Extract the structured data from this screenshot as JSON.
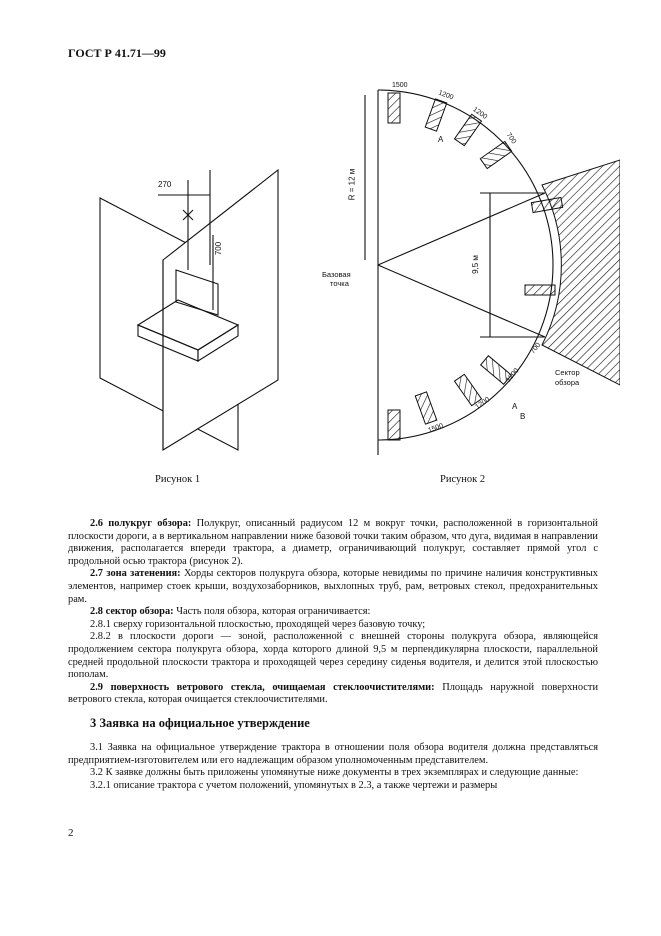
{
  "header": "ГОСТ Р 41.71—99",
  "figure1": {
    "caption": "Рисунок 1",
    "dims": [
      "270",
      "700"
    ]
  },
  "figure2": {
    "caption": "Рисунок 2",
    "radius_label": "R = 12 м",
    "width_label": "9,5 м",
    "base_point_label": [
      "Базовая",
      "точка"
    ],
    "sector_label": [
      "Сектор",
      "обзора"
    ],
    "obstacle_labels": [
      "1500",
      "1200",
      "1200",
      "700",
      "700",
      "1200",
      "1200",
      "1500"
    ],
    "arrow_letters": [
      "А",
      "А",
      "В"
    ]
  },
  "paragraphs": [
    {
      "term": "2.6 полукруг обзора:",
      "text": " Полукруг, описанный радиусом 12 м вокруг точки, расположенной в горизонтальной плоскости дороги, а в вертикальном направлении ниже базовой точки таким образом, что дуга, видимая в направлении движения, располагается впереди трактора, а диаметр, ограничивающий полукруг, составляет прямой угол с продольной осью трактора (рисунок 2)."
    },
    {
      "term": "2.7 зона затенения:",
      "text": " Хорды секторов полукруга обзора, которые невидимы по причине наличия конструктивных элементов, например стоек крыши, воздухозаборников, выхлопных труб, рам, ветровых стекол, предохранительных рам."
    },
    {
      "term": "2.8 сектор обзора:",
      "text": " Часть поля обзора, которая ограничивается:"
    },
    {
      "term": "",
      "text": "2.8.1 сверху горизонтальной плоскостью, проходящей через базовую точку;"
    },
    {
      "term": "",
      "text": "2.8.2 в плоскости дороги — зоной, расположенной с внешней стороны полукруга обзора, являющейся продолжением сектора полукруга обзора, хорда которого длиной 9,5 м перпендикулярна плоскости, параллельной средней продольной плоскости трактора и проходящей через середину сиденья водителя, и делится этой плоскостью пополам."
    },
    {
      "term": "2.9 поверхность ветрового стекла, очищаемая стеклоочистителями:",
      "text": " Площадь наружной поверхности ветрового стекла, которая очищается стеклоочистителями."
    }
  ],
  "section_title": "3 Заявка на официальное утверждение",
  "section_paragraphs": [
    "3.1 Заявка на официальное утверждение трактора в отношении поля обзора водителя должна представляться предприятием-изготовителем или его надлежащим образом уполномоченным представителем.",
    "3.2 К заявке должны быть приложены упомянутые ниже документы в трех экземплярах и следующие данные:",
    "3.2.1 описание трактора с учетом положений, упомянутых в 2.3, а также чертежи и размеры"
  ],
  "page_number": "2"
}
